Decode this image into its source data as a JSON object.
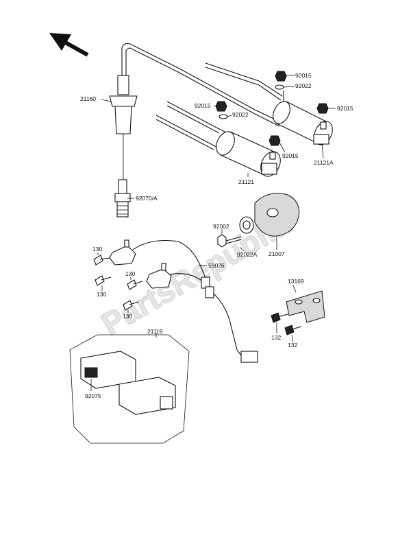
{
  "labels": {
    "l21160": "21160",
    "l92070A": "92070/A",
    "l92015a": "92015",
    "l92022a": "92022",
    "l92015b": "92015",
    "l92022b": "92022",
    "l92015c": "92015",
    "l92015d": "92015",
    "l21121A": "21121A",
    "l21121": "21121",
    "l92002": "92002",
    "l92022A": "92022A",
    "l21007": "21007",
    "l130a": "130",
    "l130b": "130",
    "l130c": "130",
    "l130d": "130",
    "l59026": "59026",
    "l13169": "13169",
    "l132a": "132",
    "l132b": "132",
    "l21119": "21119",
    "l92075": "92075"
  },
  "watermark": "PartsRepublik"
}
